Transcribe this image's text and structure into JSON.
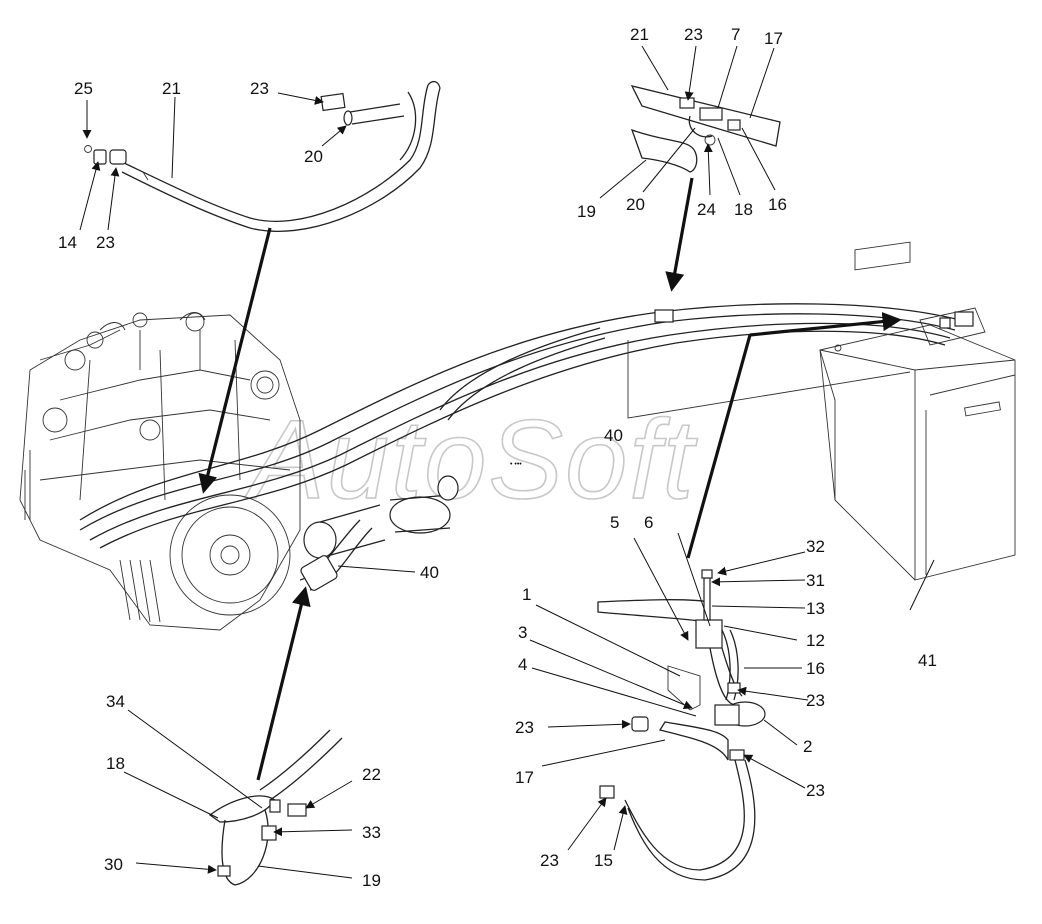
{
  "watermark": "AutoSoft",
  "callouts": {
    "c25": "25",
    "c21a": "21",
    "c23a": "23",
    "c20a": "20",
    "c14": "14",
    "c23b": "23",
    "c21b": "21",
    "c23c": "23",
    "c7a": "7",
    "c17a": "17",
    "c19a": "19",
    "c20b": "20",
    "c24": "24",
    "c18a": "18",
    "c16a": "16",
    "c40a": "40",
    "c40b": "40",
    "c41": "41",
    "c5": "5",
    "c6": "6",
    "c32": "32",
    "c31": "31",
    "c13": "13",
    "c1": "1",
    "c12": "12",
    "c3": "3",
    "c16b": "16",
    "c4": "4",
    "c23d": "23",
    "c23e": "23",
    "c2": "2",
    "c17b": "17",
    "c23f": "23",
    "c23g": "23",
    "c15": "15",
    "c34": "34",
    "c18b": "18",
    "c22": "22",
    "c33": "33",
    "c30": "30",
    "c19b": "19"
  }
}
